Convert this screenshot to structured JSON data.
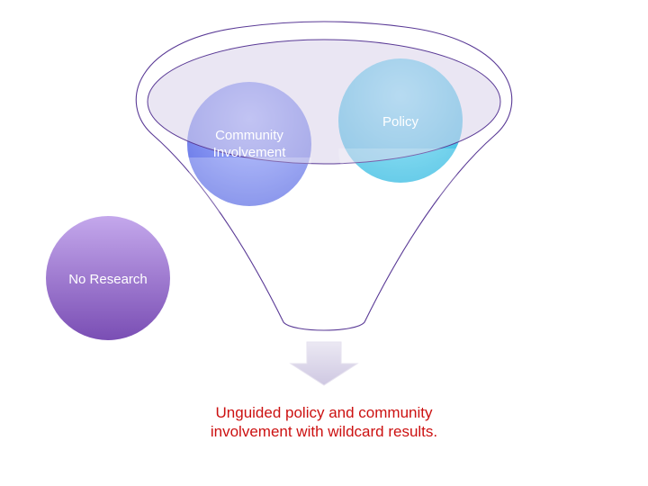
{
  "diagram": {
    "circles": {
      "community": {
        "label_line1": "Community",
        "label_line2": "Involvement",
        "color": "#7f8ff5"
      },
      "policy": {
        "label": "Policy",
        "color": "#66d2ee"
      },
      "no_research": {
        "label": "No Research",
        "color": "#9a74cc"
      }
    },
    "funnel_color": "#5a3a96",
    "arrow_color": "#d7d2e8",
    "conclusion": {
      "line1": "Unguided policy and community",
      "line2": "involvement with wildcard results.",
      "color": "#cc1111"
    }
  }
}
